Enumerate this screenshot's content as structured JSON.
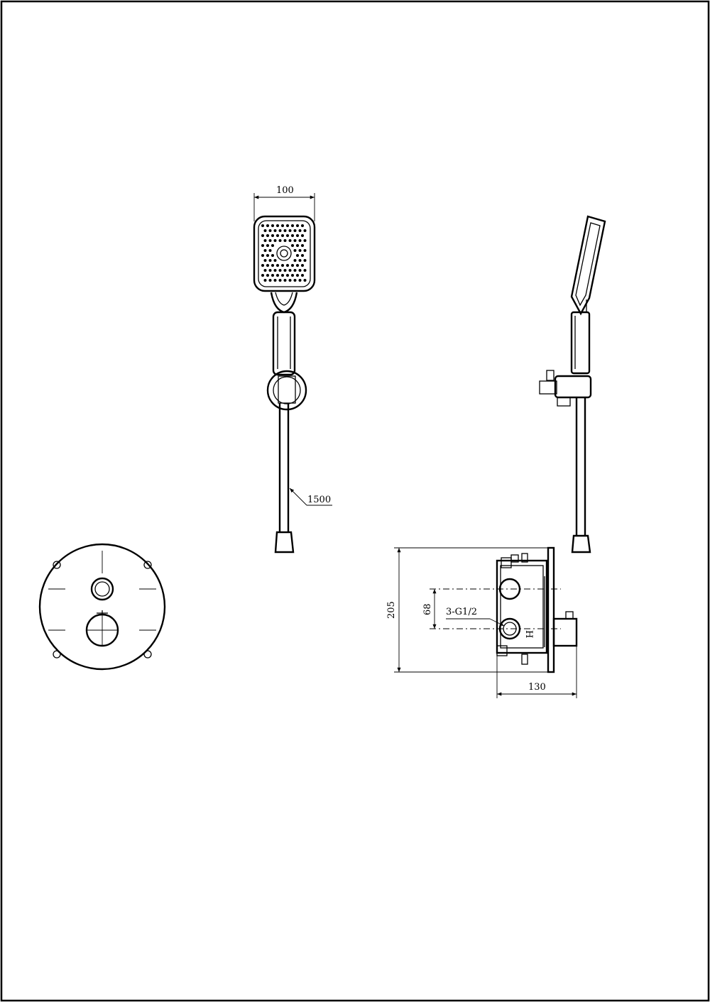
{
  "drawing": {
    "handshower_front": {
      "width_label": "100",
      "hose_label": "1500"
    },
    "valve_side": {
      "height_label": "205",
      "spacing_label": "68",
      "thread_label": "3-G1/2",
      "hot_marker": "H",
      "depth_label": "130"
    }
  }
}
